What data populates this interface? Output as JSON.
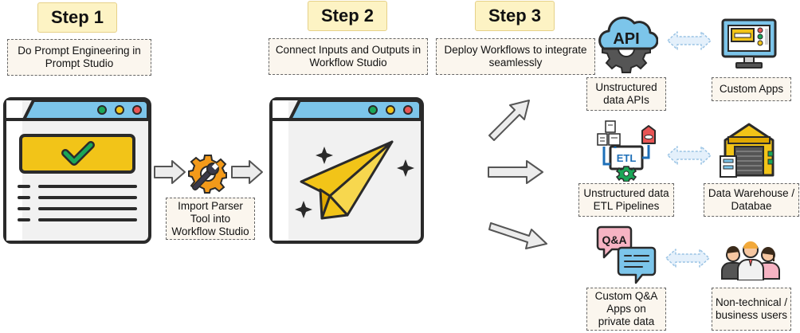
{
  "steps": [
    {
      "badge": "Step 1",
      "label": "Do Prompt Engineering in Prompt Studio"
    },
    {
      "badge": "Step 2",
      "label": "Connect Inputs and Outputs in Workflow Studio"
    },
    {
      "badge": "Step 3",
      "label": "Deploy Workflows to integrate seamlessly"
    }
  ],
  "import_label": "Import Parser Tool into Workflow Studio",
  "api_text": "API",
  "etl_text": "ETL",
  "qa_text": "Q&A",
  "integrations": [
    {
      "source_label": "Unstructured data APIs",
      "target_label": "Custom Apps"
    },
    {
      "source_label": "Unstructured data ETL Pipelines",
      "target_label": "Data Warehouse / Databae"
    },
    {
      "source_label": "Custom Q&A Apps on private data",
      "target_label": "Non-technical / business users"
    }
  ],
  "colors": {
    "badge_bg": "#fdf3c4",
    "note_bg": "#fbf6ee",
    "accent_yellow": "#f2c418",
    "accent_blue": "#7cc5ea",
    "check_green": "#1aa657",
    "dot_green": "#1aa657",
    "dot_yellow": "#f2c418",
    "dot_red": "#e85555"
  }
}
